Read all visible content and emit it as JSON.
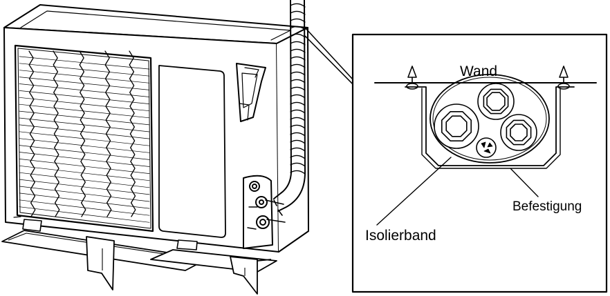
{
  "labels": {
    "wall": "Wand",
    "fastening": "Befestigung",
    "insulation_tape": "Isolierband"
  },
  "colors": {
    "line": "#000000",
    "background": "#ffffff"
  }
}
